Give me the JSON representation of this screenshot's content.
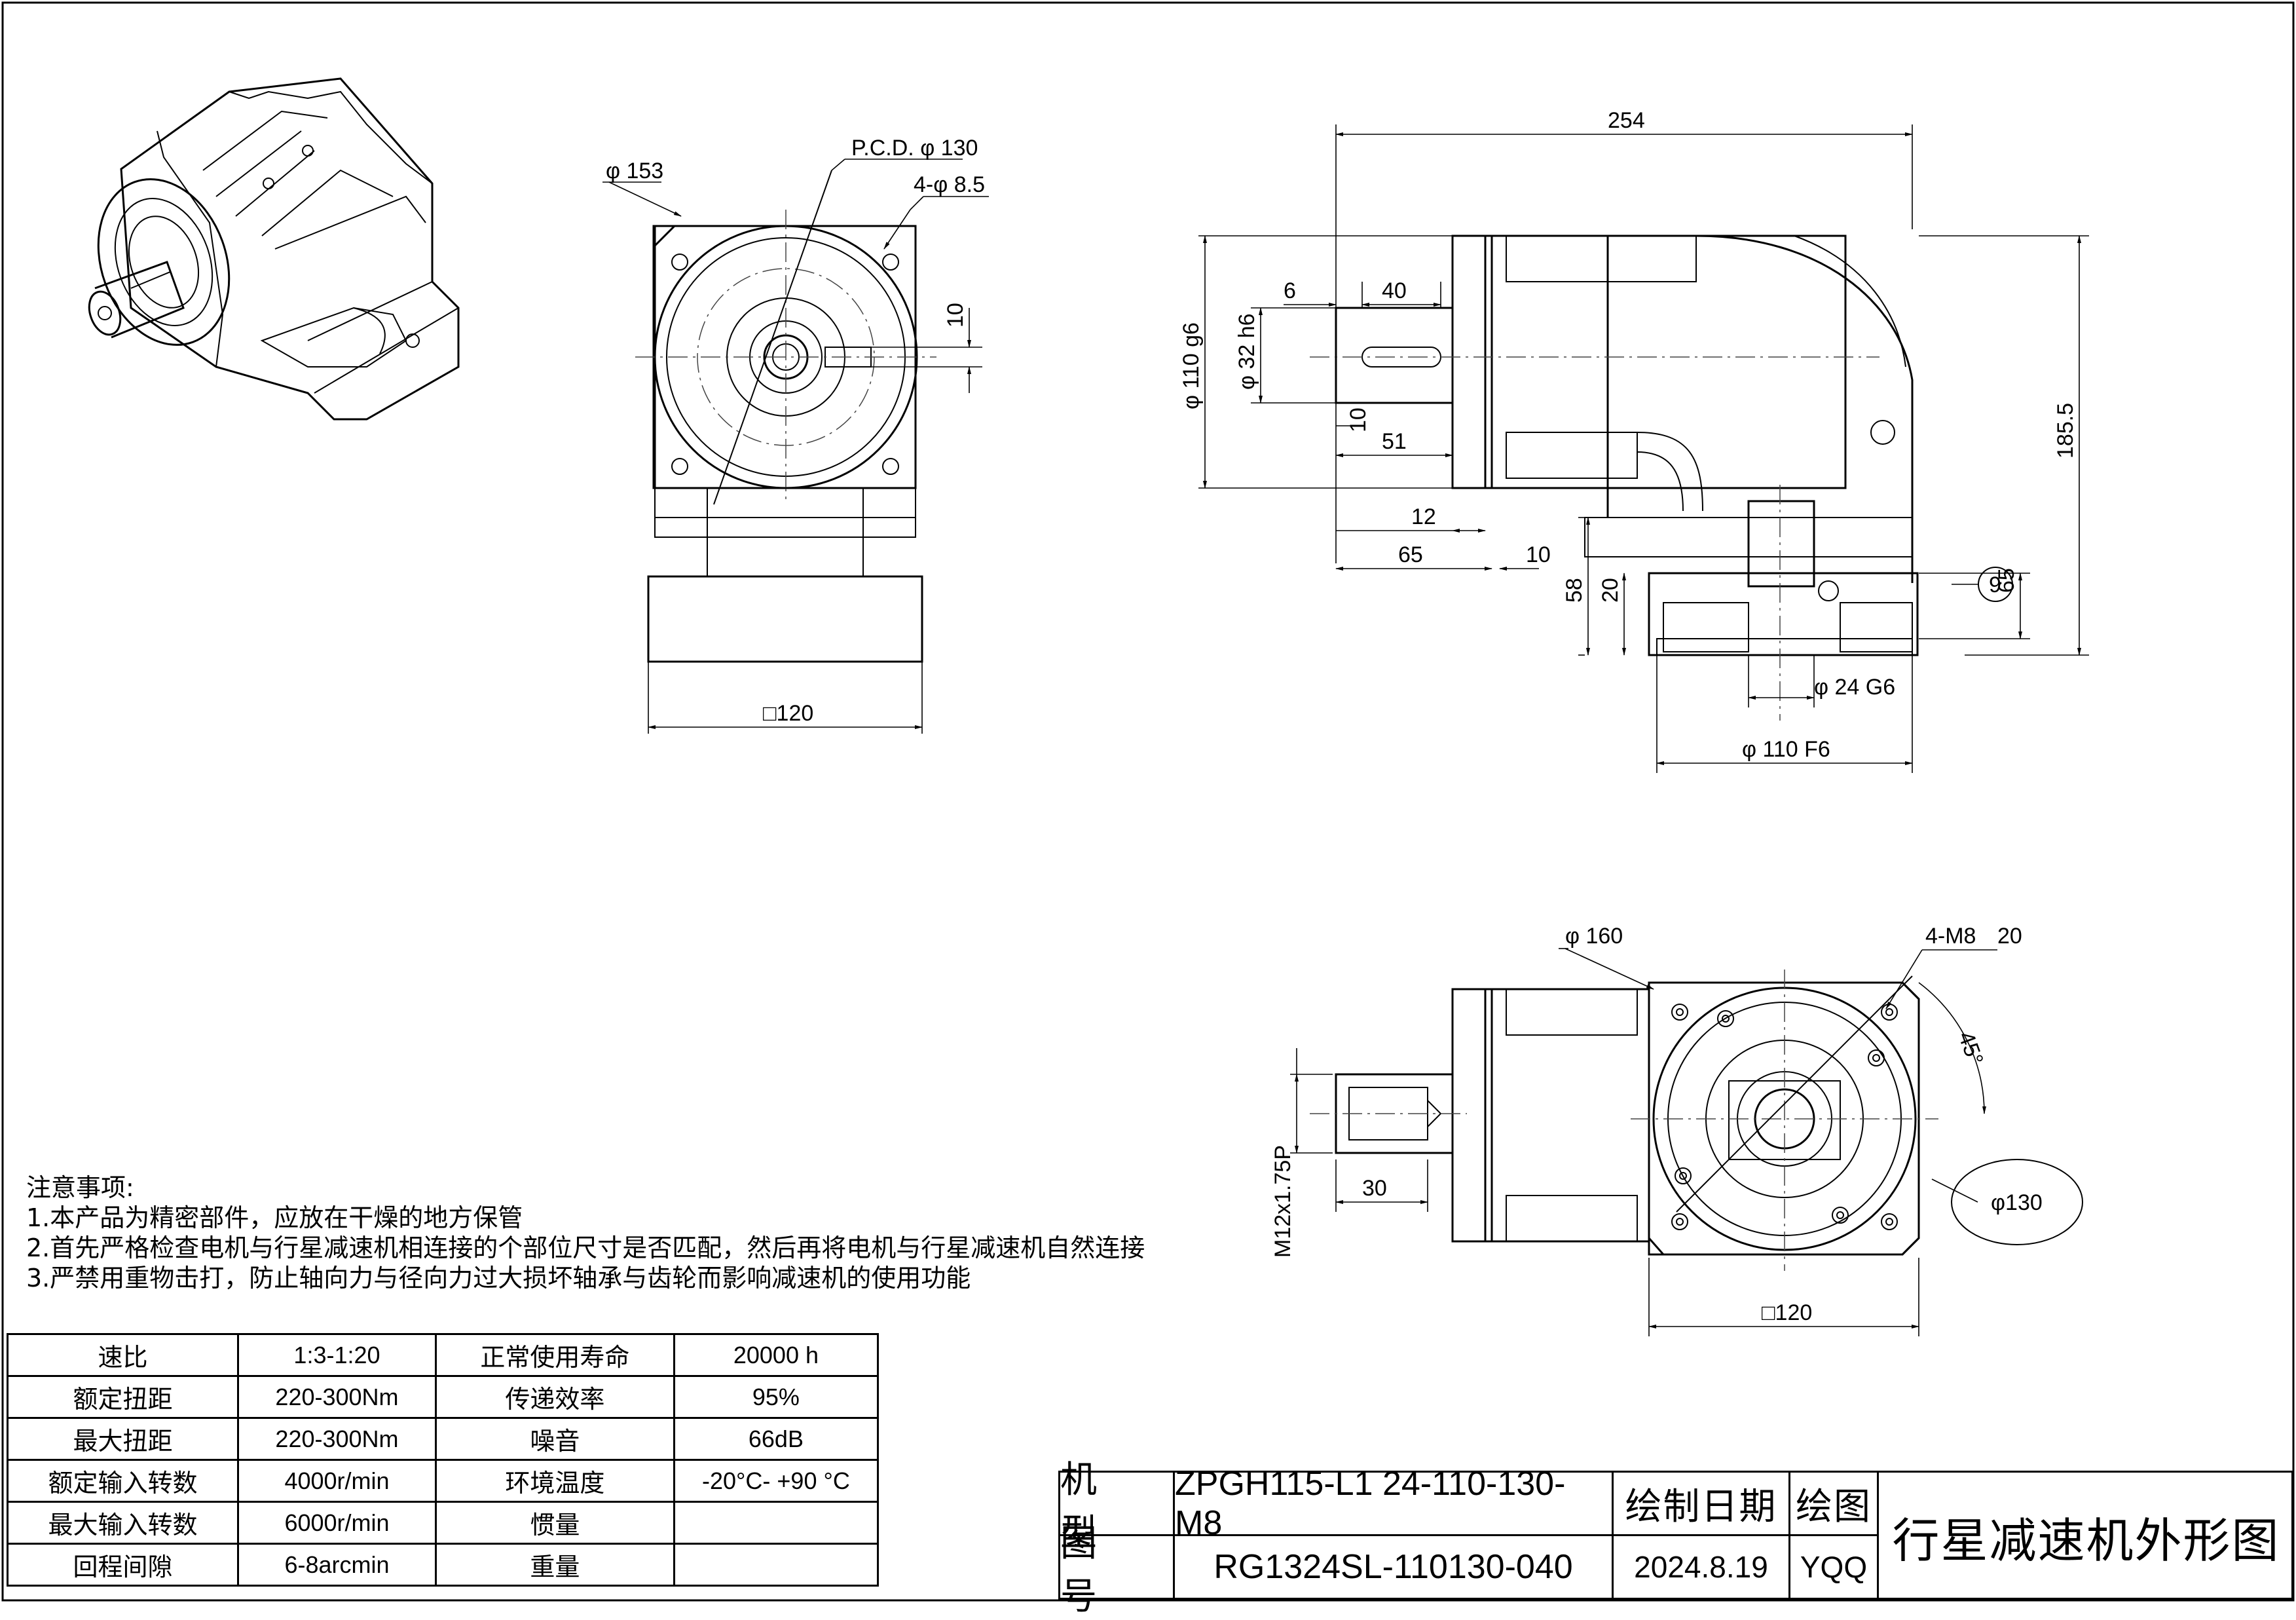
{
  "dimensions": {
    "front": {
      "flange_dia": "φ 153",
      "pcd": "P.C.D.  φ 130",
      "holes": "4-φ 8.5",
      "key_height": "10",
      "square": "□120"
    },
    "side": {
      "length": "254",
      "shaft_fit": "φ 110 g6",
      "shaft_dia": "φ 32 h6",
      "key_offset": "6",
      "key_length": "40",
      "key_depth": "10",
      "shaft_length": "51",
      "flange_thk": "12",
      "shaft_total": "65",
      "spigot": "10",
      "height": "185.5",
      "base_height": "58",
      "base_step": "20",
      "output_height": "65",
      "output_bore": "φ 24 G6",
      "output_fit": "φ 110 F6",
      "balloon": "9"
    },
    "bottom": {
      "flange_dia": "φ 160",
      "tapped_holes": "4-M8",
      "tapped_depth": "20",
      "angle": "45°",
      "thread": "M12x1.75P",
      "thread_depth": "30",
      "pcd": "φ130",
      "square": "□120"
    }
  },
  "notes": {
    "heading": "注意事项:",
    "items": [
      "1.本产品为精密部件，应放在干燥的地方保管",
      "2.首先严格检查电机与行星减速机相连接的个部位尺寸是否匹配，然后再将电机与行星减速机自然连接",
      "3.严禁用重物击打，防止轴向力与径向力过大损坏轴承与齿轮而影响减速机的使用功能"
    ]
  },
  "spec_table": [
    {
      "label1": "速比",
      "value1": "1:3-1:20",
      "label2": "正常使用寿命",
      "value2": "20000 h"
    },
    {
      "label1": "额定扭距",
      "value1": "220-300Nm",
      "label2": "传递效率",
      "value2": "95%"
    },
    {
      "label1": "最大扭距",
      "value1": "220-300Nm",
      "label2": "噪音",
      "value2": "66dB"
    },
    {
      "label1": "额定输入转数",
      "value1": "4000r/min",
      "label2": "环境温度",
      "value2": "-20°C- +90 °C"
    },
    {
      "label1": "最大输入转数",
      "value1": "6000r/min",
      "label2": "惯量",
      "value2": ""
    },
    {
      "label1": "回程间隙",
      "value1": "6-8arcmin",
      "label2": "重量",
      "value2": ""
    }
  ],
  "title_block": {
    "model_label": "机 型",
    "model": "ZPGH115-L1 24-110-130-M8",
    "drawing_no_label": "图 号",
    "drawing_no": "RG1324SL-110130-040",
    "date_label": "绘制日期",
    "date": "2024.8.19",
    "drafter_label": "绘图",
    "drafter": "YQQ",
    "title": "行星减速机外形图"
  }
}
